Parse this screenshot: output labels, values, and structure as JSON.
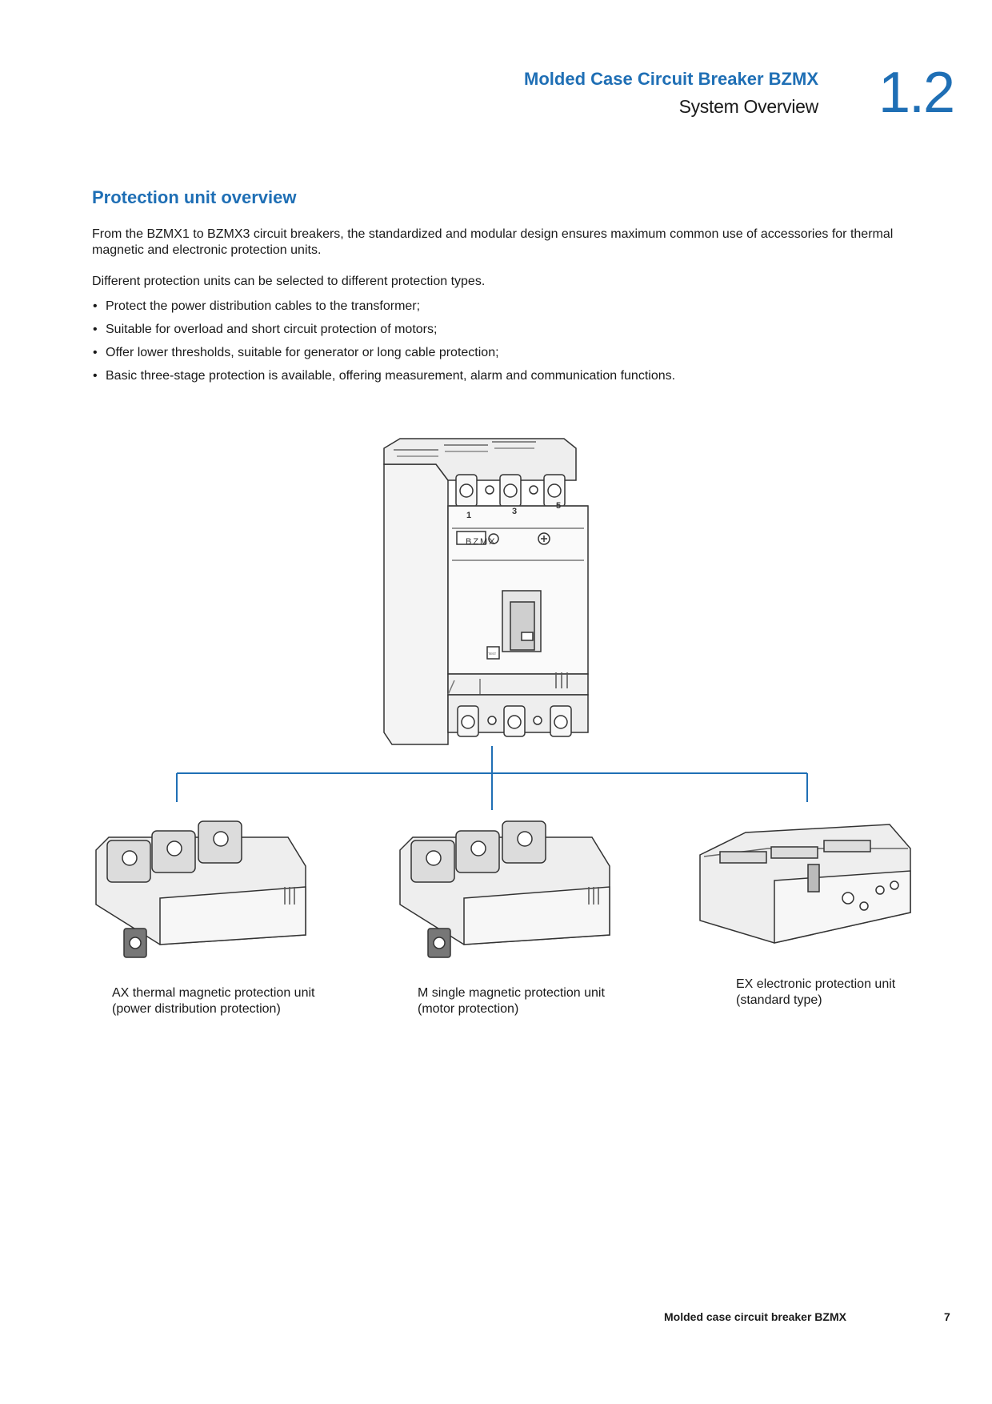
{
  "header": {
    "title": "Molded Case Circuit Breaker BZMX",
    "subtitle": "System Overview",
    "section_number": "1.2"
  },
  "section": {
    "heading": "Protection unit overview",
    "intro": "From the BZMX1 to BZMX3 circuit breakers, the standardized and modular design ensures maximum common use of accessories for thermal magnetic and electronic protection units.",
    "lead": "Different protection units can be selected to different protection types.",
    "bullets": [
      "Protect the power distribution cables to the transformer;",
      "Suitable for overload and short circuit protection of motors;",
      "Offer lower thresholds, suitable for generator or long cable protection;",
      "Basic three-stage protection is available, offering measurement, alarm and communication functions."
    ]
  },
  "breaker": {
    "label": "BZMX",
    "terminals_top": [
      "1",
      "3",
      "5"
    ],
    "test_label": "TEST"
  },
  "units": [
    {
      "line1": "AX thermal magnetic protection unit",
      "line2": "(power distribution protection)"
    },
    {
      "line1": "M single magnetic protection unit",
      "line2": "(motor protection)"
    },
    {
      "line1": "EX electronic protection unit",
      "line2": "(standard type)"
    }
  ],
  "colors": {
    "accent": "#1f6fb5"
  },
  "footer": {
    "text": "Molded case circuit breaker BZMX",
    "page": "7"
  }
}
